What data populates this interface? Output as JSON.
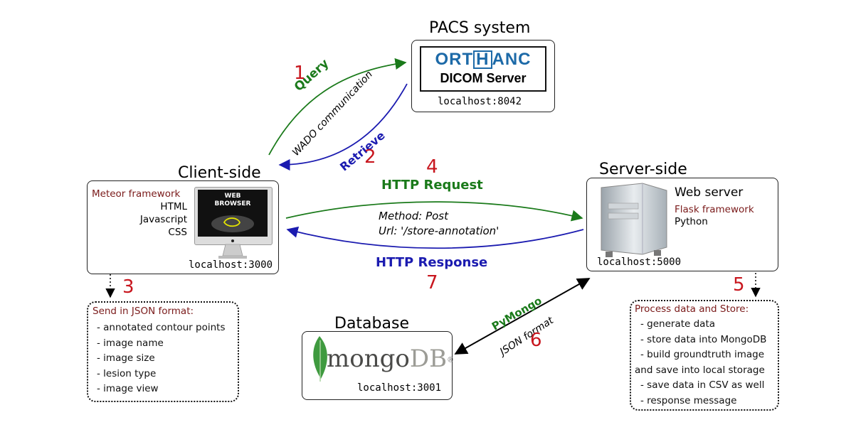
{
  "pacs": {
    "title": "PACS system",
    "logo_text_left": "ORT",
    "logo_text_h": "H",
    "logo_text_right": "ANC",
    "subtitle": "DICOM Server",
    "host": "localhost:8042"
  },
  "client": {
    "title": "Client-side",
    "framework": "Meteor framework",
    "techs": [
      "HTML",
      "Javascript",
      "CSS"
    ],
    "monitor_label_1": "WEB",
    "monitor_label_2": "BROWSER",
    "host": "localhost:3000"
  },
  "server": {
    "title": "Server-side",
    "name": "Web server",
    "framework": "Flask framework",
    "language": "Python",
    "host": "localhost:5000"
  },
  "database": {
    "title": "Database",
    "logo_text_1": "mongo",
    "logo_text_2": "DB",
    "logo_reg": "®",
    "host": "localhost:3001"
  },
  "client_note": {
    "heading": "Send in JSON format:",
    "items": [
      "- annotated contour points",
      "- image name",
      "- image size",
      "- lesion type",
      "- image view"
    ]
  },
  "server_note": {
    "heading": "Process data and Store:",
    "items": [
      "- generate data",
      "- store data into MongoDB",
      "- build groundtruth image",
      "and save into local storage",
      "- save data in CSV as well",
      "- response message"
    ]
  },
  "labels": {
    "query": "Query",
    "retrieve": "Retrieve",
    "wado": "WADO communication",
    "http_request": "HTTP Request",
    "http_response": "HTTP Response",
    "method": "Method: Post",
    "url": "Url: '/store-annotation'",
    "pymongo": "PyMongo",
    "json_format": "JSON format"
  },
  "steps": [
    "1",
    "2",
    "3",
    "4",
    "5",
    "6",
    "7"
  ],
  "colors": {
    "request_green": "#1a7a1a",
    "response_blue": "#1b1bb0",
    "step_red": "#c8161e",
    "heading_maroon": "#7a1a1a"
  }
}
